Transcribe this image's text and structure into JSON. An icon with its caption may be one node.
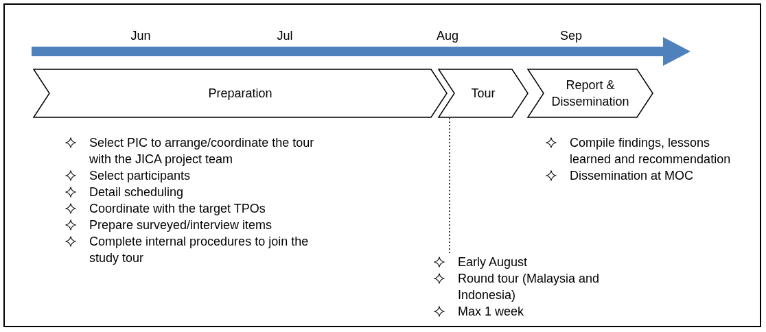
{
  "diagram": {
    "nodes": [
      {
        "text": [
          "Preparation"
        ],
        "beside": [
          "Select PIC to arrange/coordinate the tour with the JICA project team",
          "Select participants",
          "Detail scheduling",
          "Coordinate with the target TPOs",
          "Prepare surveyed/interview items",
          "Complete internal procedures to join the study tour"
        ]
      },
      {
        "text": [
          "Tour"
        ]
      },
      {
        "text": [
          "Report & Dissemination"
        ],
        "beside": [
          "Compile findings, lessons learned and recommendation",
          "Dissemination at MOC"
        ]
      },
      {
        "text": [
          "Early August",
          "Round tour (Malaysia and Indonesia)",
          "Max 1 week"
        ]
      }
    ],
    "edges": [
      {
        "from": 1,
        "to": 3,
        "arrow": "none",
        "style": "dashed"
      }
    ],
    "labels": [
      "Jun",
      "Jul",
      "Aug",
      "Sep"
    ]
  }
}
